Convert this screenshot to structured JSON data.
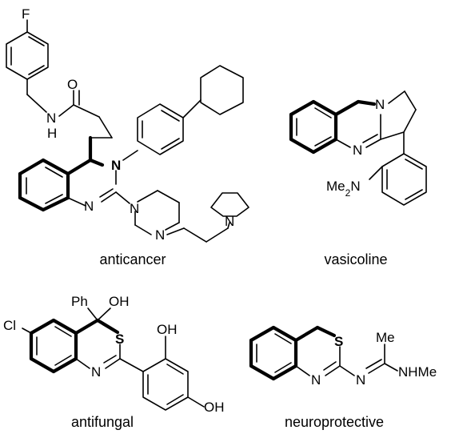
{
  "molecules": {
    "anticancer": {
      "caption": "anticancer",
      "atoms": {
        "F": "F",
        "O": "O",
        "NH": "N",
        "H": "H",
        "N_ring": "N",
        "N_imine": "N",
        "N_pip1": "N",
        "N_pip2": "N",
        "N_pyr": "N"
      }
    },
    "vasicoline": {
      "caption": "vasicoline",
      "atoms": {
        "N1": "N",
        "N2": "N",
        "NMe2": "Me2N"
      }
    },
    "antifungal": {
      "caption": "antifungal",
      "atoms": {
        "Cl": "Cl",
        "Ph": "Ph",
        "OH1": "OH",
        "S": "S",
        "N": "N",
        "OH2": "OH",
        "OH3": "OH"
      }
    },
    "neuroprotective": {
      "caption": "neuroprotective",
      "atoms": {
        "S": "S",
        "N1": "N",
        "N2": "N",
        "Me": "Me",
        "NHMe": "NHMe"
      }
    }
  },
  "colors": {
    "ink": "#000000",
    "background": "#ffffff"
  }
}
